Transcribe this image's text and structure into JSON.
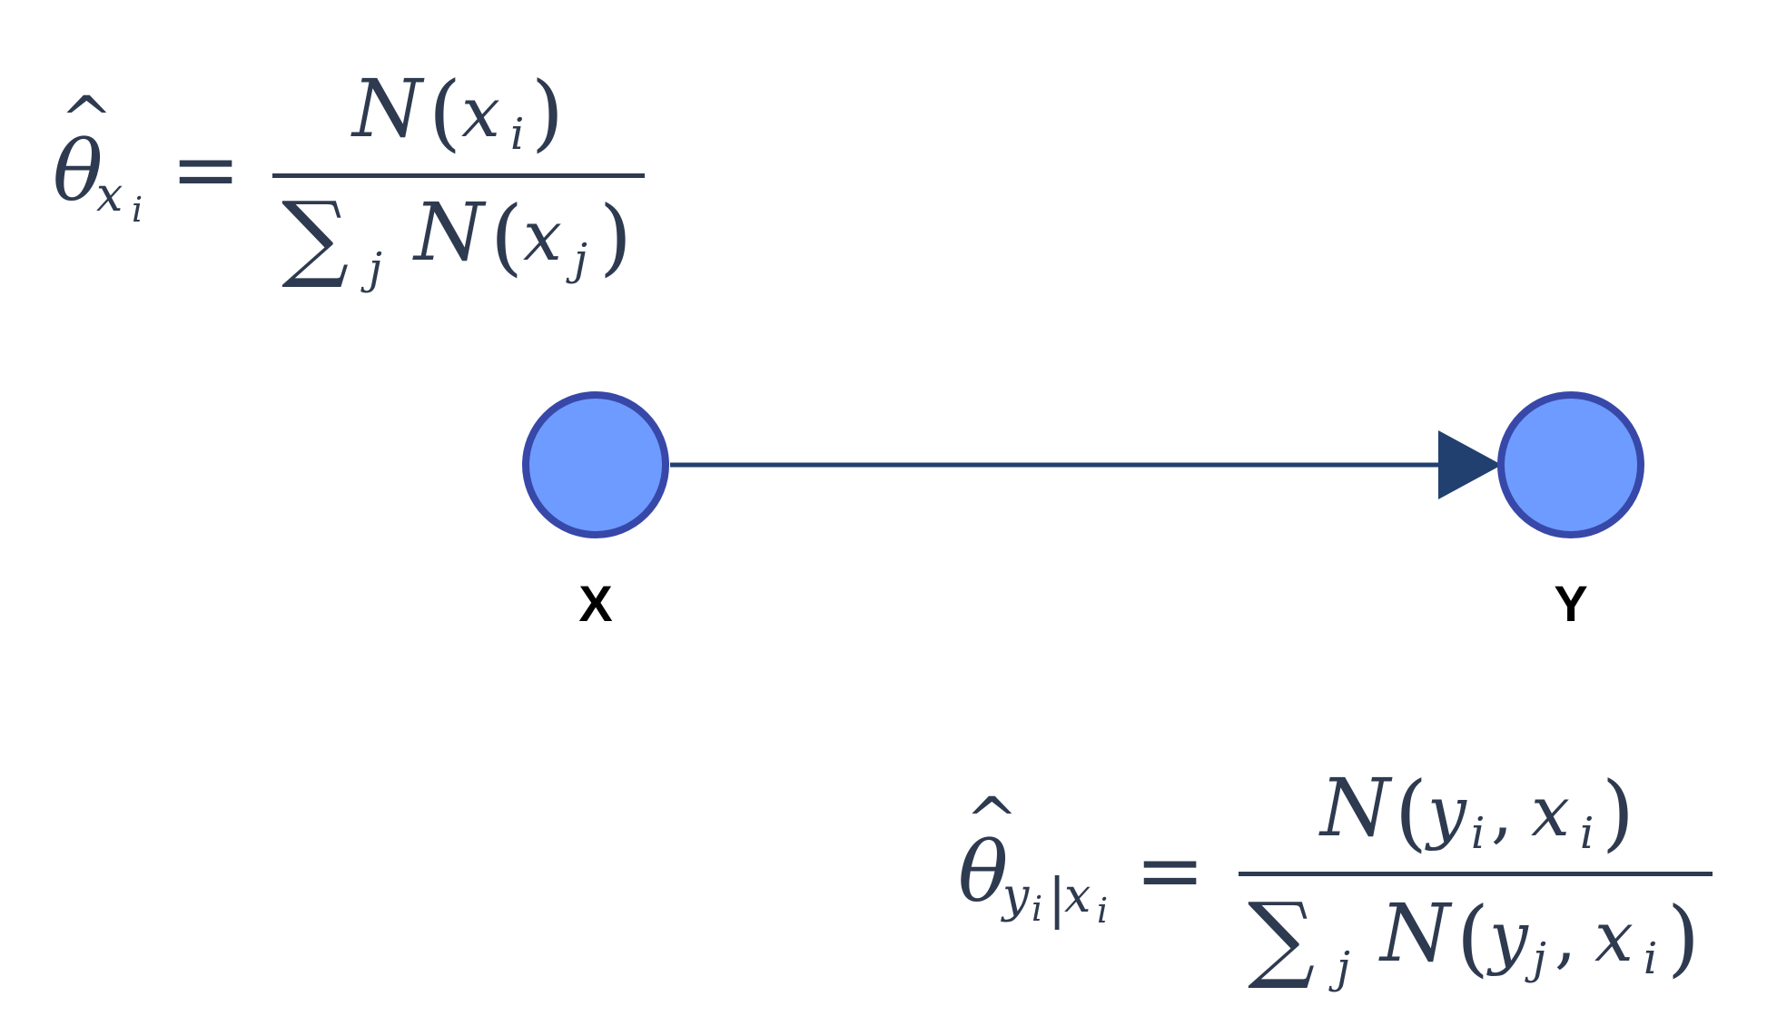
{
  "colors": {
    "node_fill": "#6e9bff",
    "node_stroke": "#3848a8",
    "edge": "#21406f",
    "math": "#2e3a4f",
    "label": "#000000"
  },
  "nodes": [
    {
      "id": "x",
      "label": "X"
    },
    {
      "id": "y",
      "label": "Y"
    }
  ],
  "edges": [
    {
      "from": "x",
      "to": "y",
      "directed": true
    }
  ],
  "equations": {
    "theta_x": {
      "lhs_symbol": "θ",
      "hat": "^",
      "lhs_subscript": "x",
      "lhs_subsubscript": "i",
      "equals": "=",
      "numerator": {
        "fn": "N",
        "open": "(",
        "var": "x",
        "sub": "i",
        "close": ")"
      },
      "denominator": {
        "sum": "∑",
        "sum_index": "j",
        "fn": "N",
        "open": "(",
        "var": "x",
        "sub": "j",
        "close": ")"
      }
    },
    "theta_y_given_x": {
      "lhs_symbol": "θ",
      "hat": "^",
      "lhs_subscript": "y",
      "lhs_subsub_a": "i",
      "cond_bar": "|",
      "lhs_subscript_b": "x",
      "lhs_subsub_b": "i",
      "equals": "=",
      "numerator": {
        "fn": "N",
        "open": "(",
        "var1": "y",
        "sub1": "i",
        "comma": ",",
        "var2": "x",
        "sub2": "i",
        "close": ")"
      },
      "denominator": {
        "sum": "∑",
        "sum_index": "j",
        "fn": "N",
        "open": "(",
        "var1": "y",
        "sub1": "j",
        "comma": ",",
        "var2": "x",
        "sub2": "i",
        "close": ")"
      }
    }
  }
}
